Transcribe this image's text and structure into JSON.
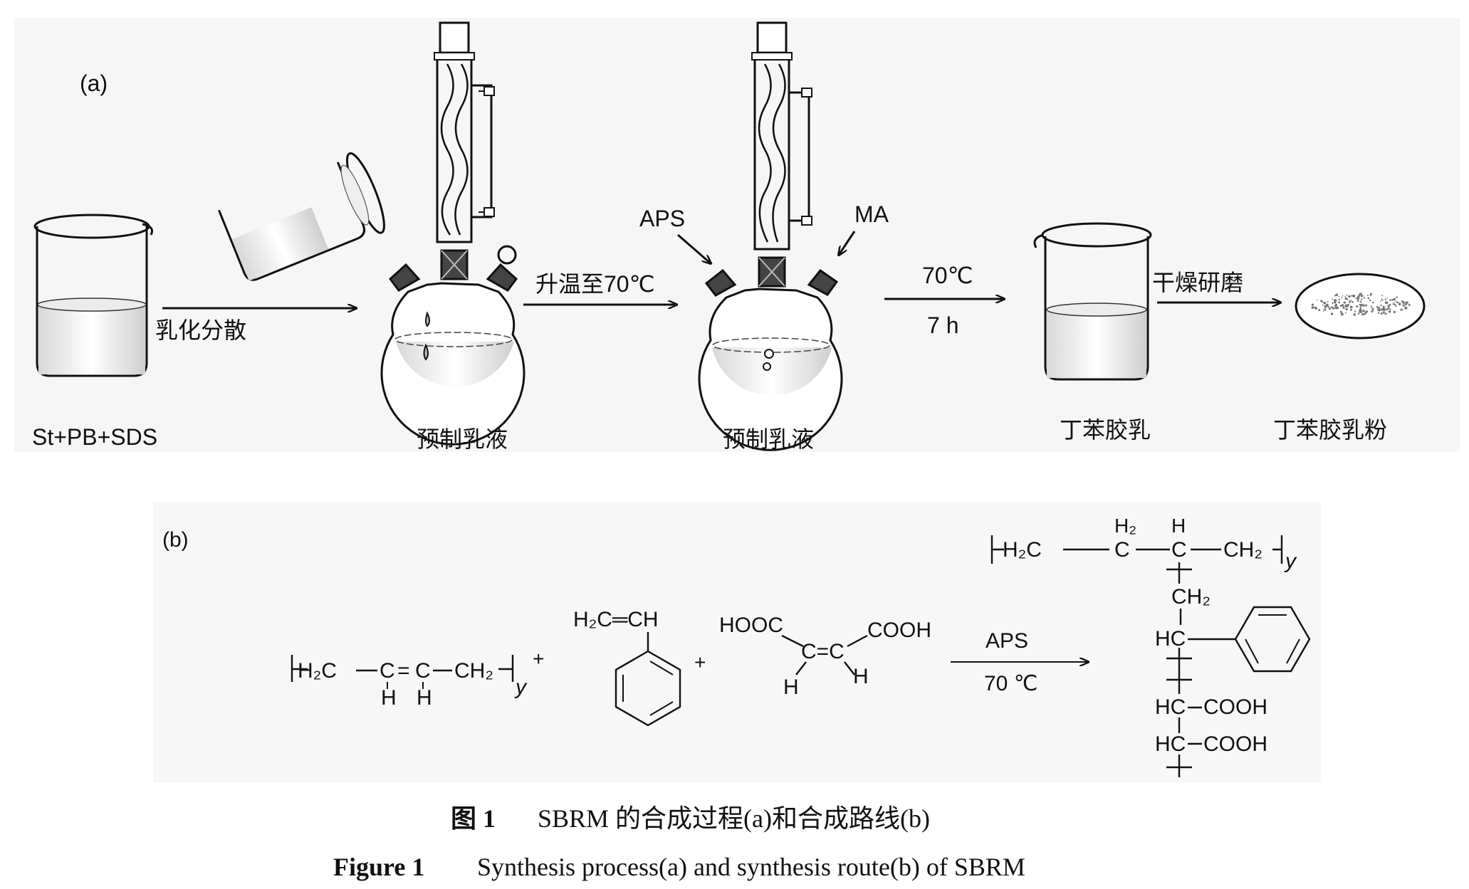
{
  "panel_a": {
    "label": "(a)",
    "start_mixture": "St+PB+SDS",
    "step1": "乳化分散",
    "flask1_label": "预制乳液",
    "step2": "升温至70℃",
    "aps": "APS",
    "ma": "MA",
    "flask2_label": "预制乳液",
    "step3_temp": "70℃",
    "step3_time": "7 h",
    "latex_label": "丁苯胶乳",
    "step4": "干燥研磨",
    "powder_label": "丁苯胶乳粉"
  },
  "panel_b": {
    "label": "(b)",
    "pb": {
      "h2c": "H₂C",
      "c1": "C",
      "eq": "=",
      "c2": "C",
      "ch2": "CH₂",
      "h1": "H",
      "h2": "H",
      "y": "y",
      "plus": "+"
    },
    "styrene": {
      "formula": "H₂C═CH",
      "plus": "+"
    },
    "maleic": {
      "hooc": "HOOC",
      "cooh": "COOH",
      "cc": "C=C",
      "h1": "H",
      "h2": "H"
    },
    "arrow_top": "APS",
    "arrow_bottom": "70 ℃",
    "product": {
      "h2_top": "H₂",
      "h_top": "H",
      "h2c": "H₂C",
      "c1": "C",
      "c2": "C",
      "ch2": "CH₂",
      "y": "y",
      "ch2_side": "CH₂",
      "hc1": "HC",
      "hc2": "HC",
      "cooh1": "COOH",
      "hc3": "HC",
      "cooh2": "COOH"
    }
  },
  "caption": {
    "zh_num": "图 1",
    "zh_text": "SBRM 的合成过程(a)和合成路线(b)",
    "en_num": "Figure 1",
    "en_text": "Synthesis process(a)  and synthesis route(b)  of SBRM"
  }
}
